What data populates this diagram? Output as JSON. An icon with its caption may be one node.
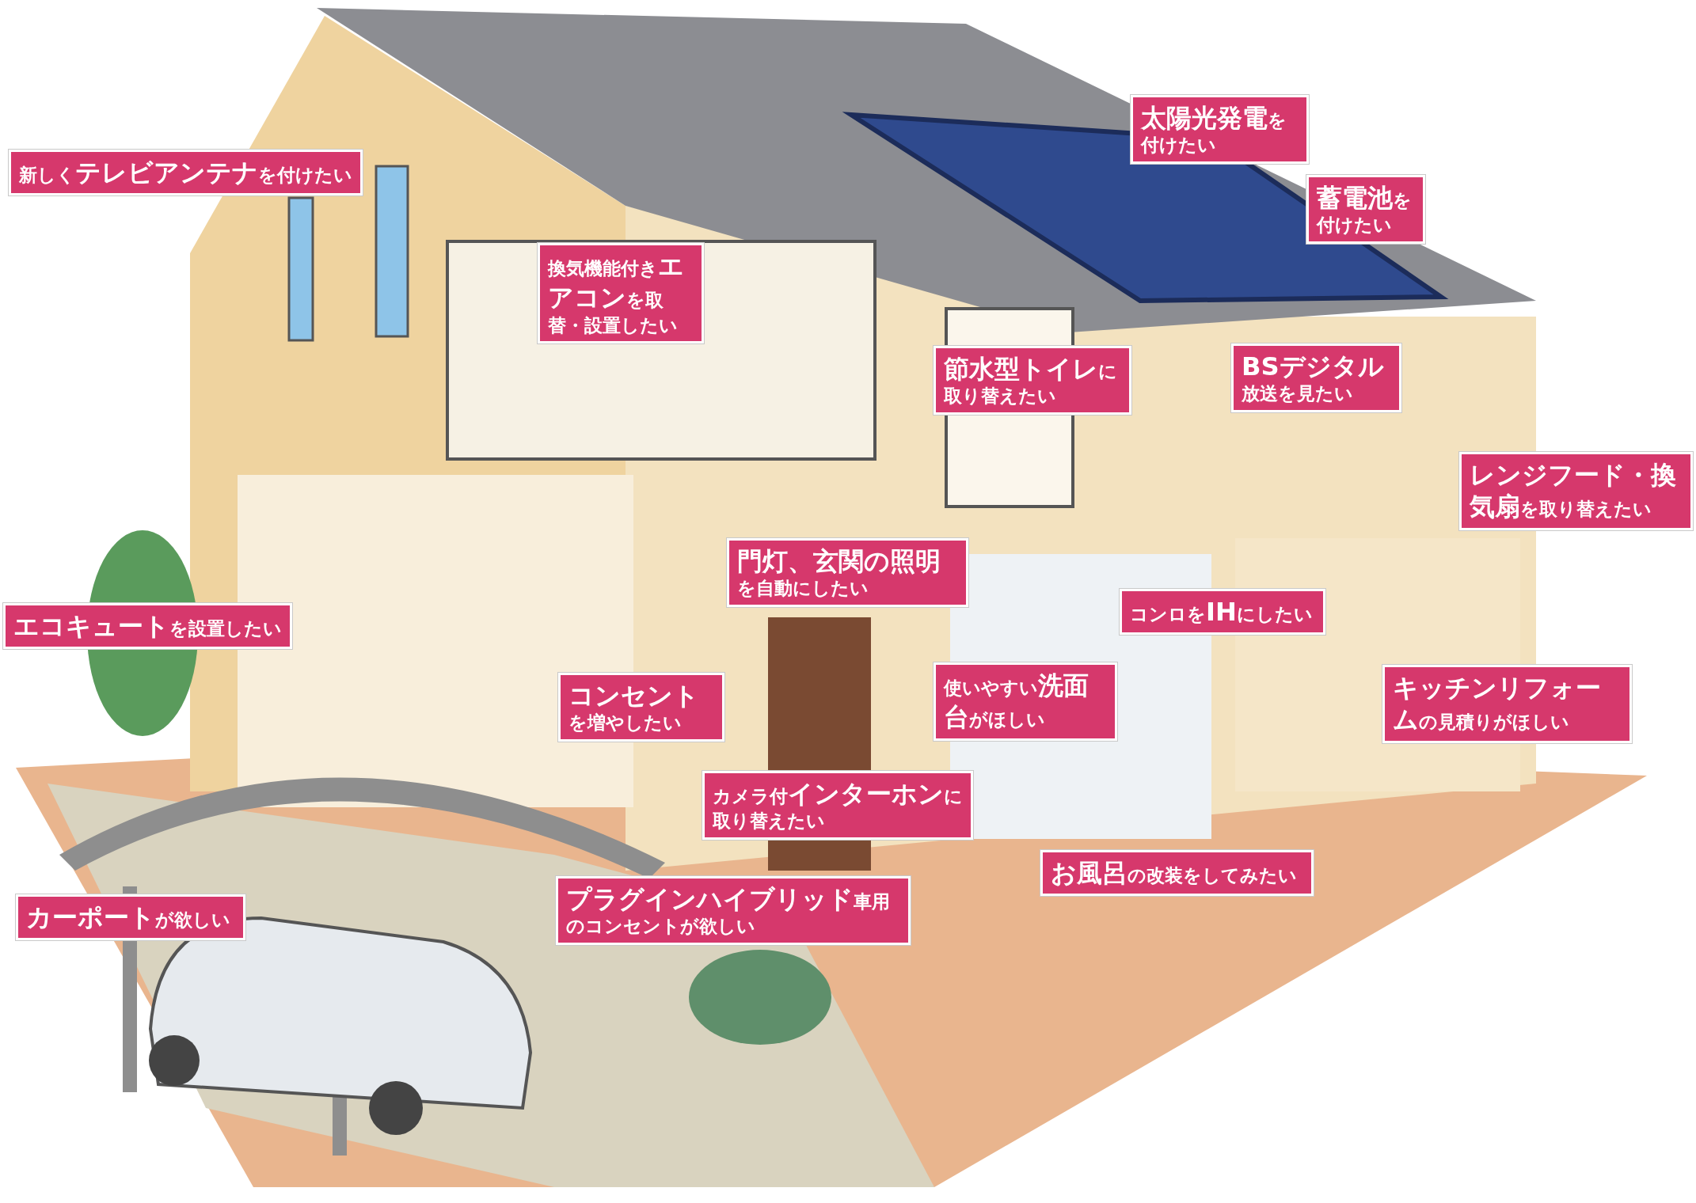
{
  "diagram": {
    "nodes": [
      {
        "text": [
          "新しく**テレビアンテナ**を付けたい"
        ]
      },
      {
        "text": [
          "換気機能付き**エアコン**を取替・設置したい"
        ]
      },
      {
        "text": [
          "**太陽光発電**を付けたい"
        ]
      },
      {
        "text": [
          "**蓄電池**を付けたい"
        ]
      },
      {
        "text": [
          "**節水型トイレ**に取り替えたい"
        ]
      },
      {
        "text": [
          "**BSデジタル**放送を見たい"
        ]
      },
      {
        "text": [
          "**レンジフード・換気扇**を取り替えたい"
        ]
      },
      {
        "text": [
          "**エコキュート**を設置したい"
        ]
      },
      {
        "text": [
          "**門灯、玄関の照明**を自動にしたい"
        ]
      },
      {
        "text": [
          "コンロを**IH**にしたい"
        ]
      },
      {
        "text": [
          "**コンセント**を増やしたい"
        ]
      },
      {
        "text": [
          "使いやすい**洗面台**がほしい"
        ]
      },
      {
        "text": [
          "**キッチンリフォーム**の見積りがほしい"
        ]
      },
      {
        "text": [
          "カメラ付**インターホン**に取り替えたい"
        ]
      },
      {
        "text": [
          "**お風呂**の改装をしてみたい"
        ]
      },
      {
        "text": [
          "**カーポート**が欲しい"
        ]
      },
      {
        "text": [
          "**プラグインハイブリッド**車用のコンセントが欲しい"
        ]
      }
    ]
  }
}
